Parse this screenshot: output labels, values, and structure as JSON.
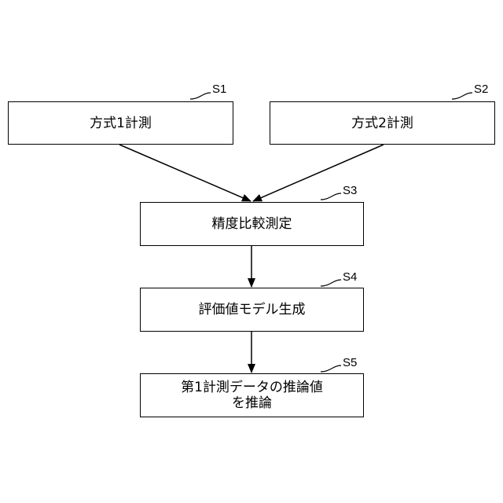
{
  "steps": [
    {
      "id": "S1",
      "label": "方式1計測"
    },
    {
      "id": "S2",
      "label": "方式2計測"
    },
    {
      "id": "S3",
      "label": "精度比較測定"
    },
    {
      "id": "S4",
      "label": "評価値モデル生成"
    },
    {
      "id": "S5",
      "label_line1": "第1計測データの推論値",
      "label_line2": "を推論"
    }
  ],
  "colors": {
    "line": "#000000",
    "background": "#ffffff"
  }
}
